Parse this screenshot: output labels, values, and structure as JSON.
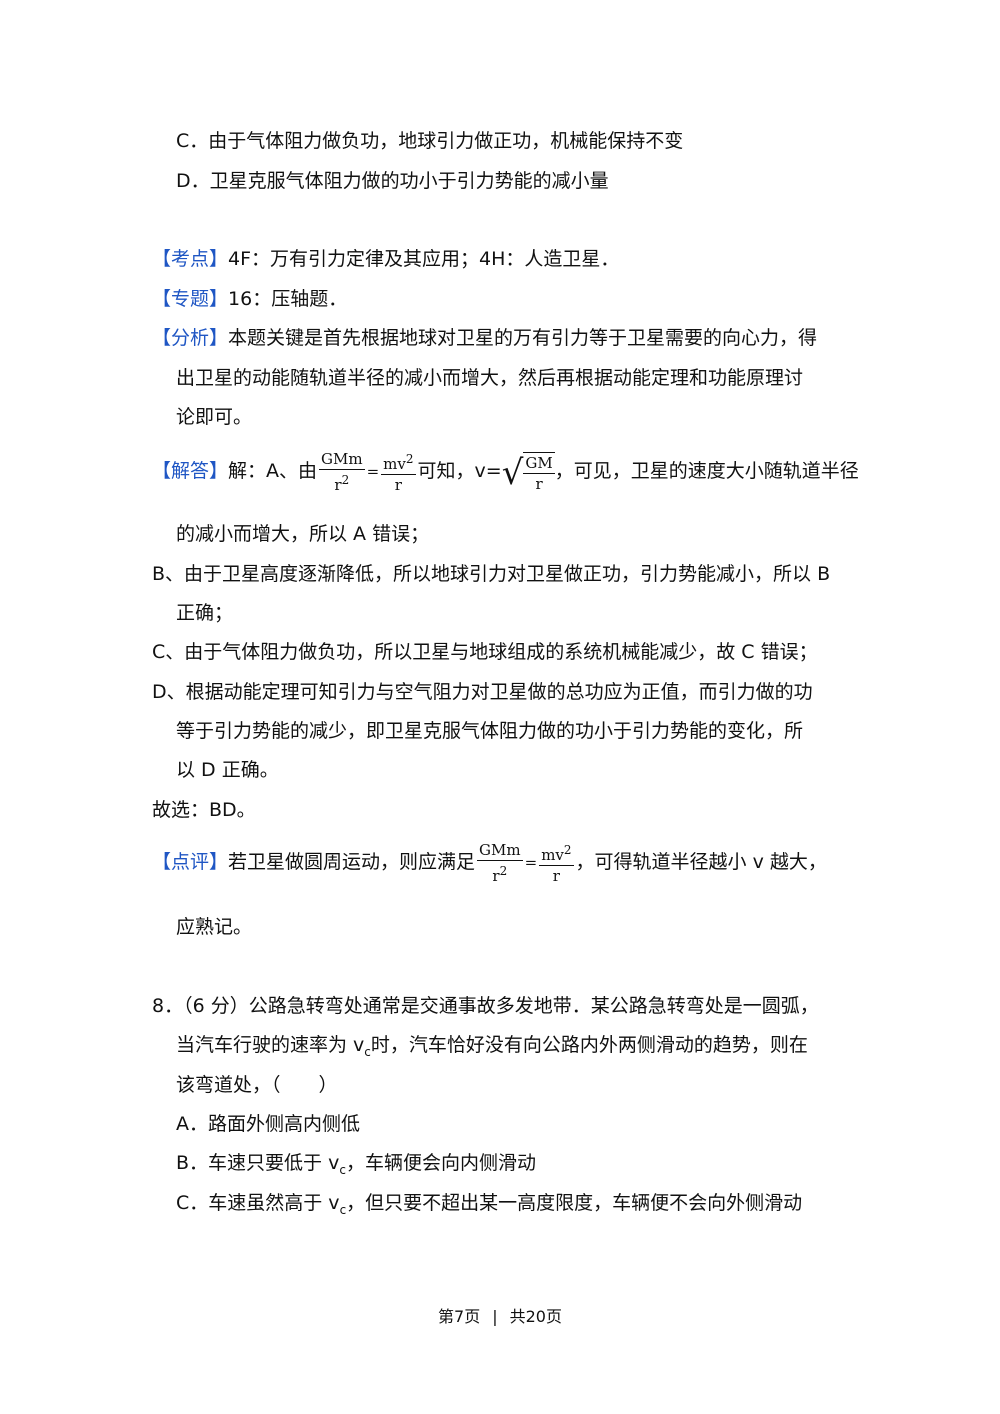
{
  "prev_question": {
    "option_c": "C．由于气体阻力做负功，地球引力做正功，机械能保持不变",
    "option_d": "D．卫星克服气体阻力做的功小于引力势能的减小量"
  },
  "kaodian": {
    "tag": "【考点】",
    "text": "4F：万有引力定律及其应用；4H：人造卫星．"
  },
  "zhuanti": {
    "tag": "【专题】",
    "text": "16：压轴题．"
  },
  "fenxi": {
    "tag": "【分析】",
    "line1": "本题关键是首先根据地球对卫星的万有引力等于卫星需要的向心力，得",
    "line2": "出卫星的动能随轨道半径的减小而增大，然后再根据动能定理和功能原理讨",
    "line3": "论即可。"
  },
  "jieda": {
    "tag": "【解答】",
    "prefix": "解：A、由",
    "f1_num": "GMm",
    "f1_den": "r",
    "f1_den_exp": "2",
    "eq": "=",
    "f2_num": "mv",
    "f2_num_exp": "2",
    "f2_den": "r",
    "mid": "可知，v=",
    "sqrt_num": "GM",
    "sqrt_den": "r",
    "suffix": "，可见，卫星的速度大小随轨道半径",
    "line2": "的减小而增大，所以 A 错误；",
    "b1": "B、由于卫星高度逐渐降低，所以地球引力对卫星做正功，引力势能减小，所以 B",
    "b2": "正确；",
    "c1": "C、由于气体阻力做负功，所以卫星与地球组成的系统机械能减少，故 C 错误；",
    "d1": "D、根据动能定理可知引力与空气阻力对卫星做的总功应为正值，而引力做的功",
    "d2": "等于引力势能的减少，即卫星克服气体阻力做的功小于引力势能的变化，所",
    "d3": "以 D 正确。",
    "answer": "故选：BD。"
  },
  "dianping": {
    "tag": "【点评】",
    "prefix": "若卫星做圆周运动，则应满足",
    "f1_num": "GMm",
    "f1_den": "r",
    "f1_den_exp": "2",
    "eq": "=",
    "f2_num": "mv",
    "f2_num_exp": "2",
    "f2_den": "r",
    "suffix": "，可得轨道半径越小 v 越大，",
    "line2": "应熟记。"
  },
  "q8": {
    "line1": "8．（6 分）公路急转弯处通常是交通事故多发地带．某公路急转弯处是一圆弧，",
    "line2_a": "当汽车行驶的速率为 v",
    "line2_sub": "c",
    "line2_b": "时，汽车恰好没有向公路内外两侧滑动的趋势，则在",
    "line3": "该弯道处，（　　）",
    "option_a": "A．路面外侧高内侧低",
    "option_b_a": "B．车速只要低于 v",
    "option_b_sub": "c",
    "option_b_b": "，车辆便会向内侧滑动",
    "option_c_a": "C．车速虽然高于 v",
    "option_c_sub": "c",
    "option_c_b": "，但只要不超出某一高度限度，车辆便不会向外侧滑动"
  },
  "footer": {
    "page": "第7页",
    "sep": "|",
    "total": "共20页"
  },
  "colors": {
    "tag": "#1f56c4",
    "text": "#111111"
  }
}
